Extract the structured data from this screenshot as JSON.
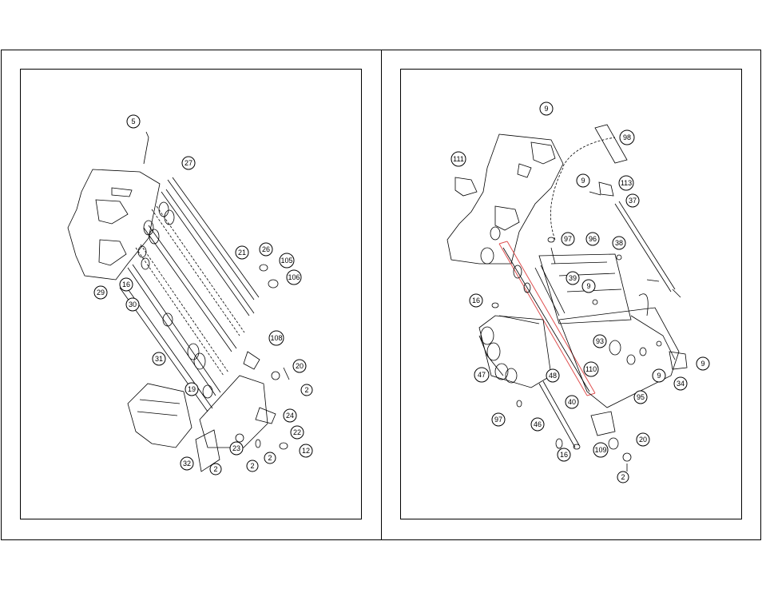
{
  "left_panel": {
    "callouts": [
      {
        "id": "c5",
        "label": "5"
      },
      {
        "id": "c27",
        "label": "27"
      },
      {
        "id": "c21",
        "label": "21"
      },
      {
        "id": "c26",
        "label": "26"
      },
      {
        "id": "c105",
        "label": "105"
      },
      {
        "id": "c106",
        "label": "106"
      },
      {
        "id": "c29",
        "label": "29"
      },
      {
        "id": "c16",
        "label": "16"
      },
      {
        "id": "c30",
        "label": "30"
      },
      {
        "id": "c31",
        "label": "31"
      },
      {
        "id": "c108",
        "label": "108"
      },
      {
        "id": "c20",
        "label": "20"
      },
      {
        "id": "c2a",
        "label": "2"
      },
      {
        "id": "c19",
        "label": "19"
      },
      {
        "id": "c24",
        "label": "24"
      },
      {
        "id": "c22",
        "label": "22"
      },
      {
        "id": "c12",
        "label": "12"
      },
      {
        "id": "c32",
        "label": "32"
      },
      {
        "id": "c2b",
        "label": "2"
      },
      {
        "id": "c23",
        "label": "23"
      },
      {
        "id": "c2c",
        "label": "2"
      },
      {
        "id": "c2d",
        "label": "2"
      }
    ]
  },
  "right_panel": {
    "callouts": [
      {
        "id": "r9a",
        "label": "9"
      },
      {
        "id": "r98",
        "label": "98"
      },
      {
        "id": "r111",
        "label": "111"
      },
      {
        "id": "r9b",
        "label": "9"
      },
      {
        "id": "r113",
        "label": "113"
      },
      {
        "id": "r37",
        "label": "37"
      },
      {
        "id": "r97a",
        "label": "97"
      },
      {
        "id": "r96",
        "label": "96"
      },
      {
        "id": "r38",
        "label": "38"
      },
      {
        "id": "r39",
        "label": "39"
      },
      {
        "id": "r9c",
        "label": "9"
      },
      {
        "id": "r16a",
        "label": "16"
      },
      {
        "id": "r93",
        "label": "93"
      },
      {
        "id": "r47",
        "label": "47"
      },
      {
        "id": "r48",
        "label": "48"
      },
      {
        "id": "r110",
        "label": "110"
      },
      {
        "id": "r9d",
        "label": "9"
      },
      {
        "id": "r34",
        "label": "34"
      },
      {
        "id": "r9e",
        "label": "9"
      },
      {
        "id": "r97b",
        "label": "97"
      },
      {
        "id": "r40",
        "label": "40"
      },
      {
        "id": "r95",
        "label": "95"
      },
      {
        "id": "r46",
        "label": "46"
      },
      {
        "id": "r109",
        "label": "109"
      },
      {
        "id": "r20",
        "label": "20"
      },
      {
        "id": "r16b",
        "label": "16"
      },
      {
        "id": "r2",
        "label": "2"
      }
    ]
  },
  "highlight_color": "#e05050"
}
